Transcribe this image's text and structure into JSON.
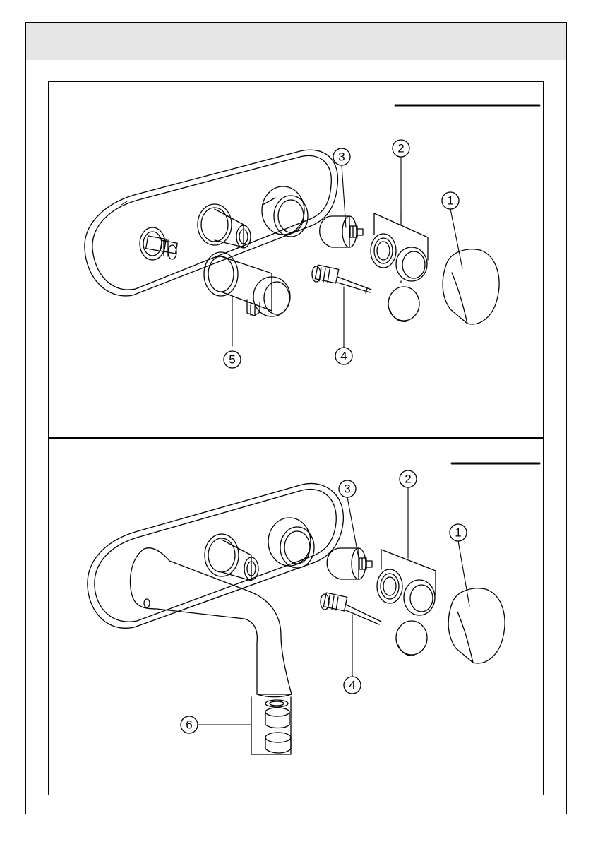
{
  "header": {
    "background": "#e6e6e6"
  },
  "diagram_top": {
    "callouts": [
      {
        "id": "1",
        "label": "1"
      },
      {
        "id": "2",
        "label": "2"
      },
      {
        "id": "3",
        "label": "3"
      },
      {
        "id": "4",
        "label": "4"
      },
      {
        "id": "5",
        "label": "5"
      }
    ]
  },
  "diagram_bottom": {
    "callouts": [
      {
        "id": "1",
        "label": "1"
      },
      {
        "id": "2",
        "label": "2"
      },
      {
        "id": "3",
        "label": "3"
      },
      {
        "id": "4",
        "label": "4"
      },
      {
        "id": "6",
        "label": "6"
      }
    ]
  },
  "colors": {
    "line": "#000000",
    "background": "#ffffff",
    "header": "#e6e6e6"
  }
}
